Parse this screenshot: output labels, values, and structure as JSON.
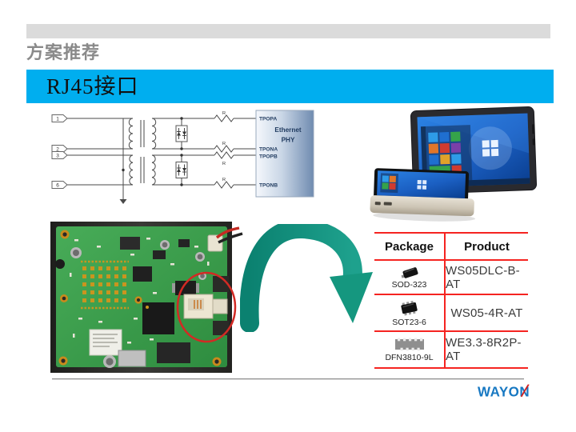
{
  "slide": {
    "kicker": "方案推荐",
    "title": "RJ45接口"
  },
  "schematic": {
    "pins": [
      "1",
      "2",
      "3",
      "6"
    ],
    "resistor_label": "R",
    "phy": {
      "name_line1": "Ethernet",
      "name_line2": "PHY",
      "ports": [
        "TPOPA",
        "TPONA",
        "TPOPB",
        "TPONB"
      ]
    }
  },
  "parts_table": {
    "headers": [
      "Package",
      "Product"
    ],
    "rows": [
      {
        "package": "SOD-323",
        "product": "WS05DLC-B-AT"
      },
      {
        "package": "SOT23-6",
        "product": "WS05-4R-AT"
      },
      {
        "package": "DFN3810-9L",
        "product": "WE3.3-8R2P-AT"
      }
    ]
  },
  "footer": {
    "logo_text": "WAYON"
  },
  "colors": {
    "accent_cyan": "#00AEEF",
    "topbar_gray": "#DBDBDB",
    "table_line_red": "#F52421",
    "arrow_teal": "#12907D",
    "logo_blue": "#1778C2",
    "pcb_green": "#3BA04C",
    "phy_box_blue": "#6F8BB0"
  }
}
